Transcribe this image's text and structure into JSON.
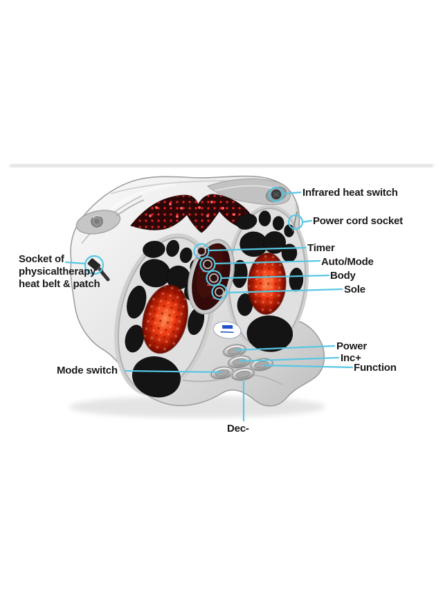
{
  "figure": {
    "type": "annotated-product-diagram",
    "subject": "infrared foot massager"
  },
  "colors": {
    "annotation": "#57c7e3",
    "label_text": "#191919",
    "device_silver": "#d9d9d9",
    "pad_black": "#141414",
    "glow_red": "#e8391a",
    "panel_maroon": "#2c0707",
    "logo_blue": "#2053c9",
    "background": "#ffffff"
  },
  "labels": {
    "infrared_heat_switch": "Infrared heat switch",
    "power_cord_socket": "Power cord socket",
    "timer": "Timer",
    "auto_mode": "Auto/Mode",
    "body": "Body",
    "sole": "Sole",
    "socket_line1": "Socket of",
    "socket_line2": "physicaltherapy",
    "socket_line3": "heat belt & patch",
    "power": "Power",
    "inc": "Inc+",
    "function": "Function",
    "mode_switch": "Mode switch",
    "dec": "Dec-"
  }
}
